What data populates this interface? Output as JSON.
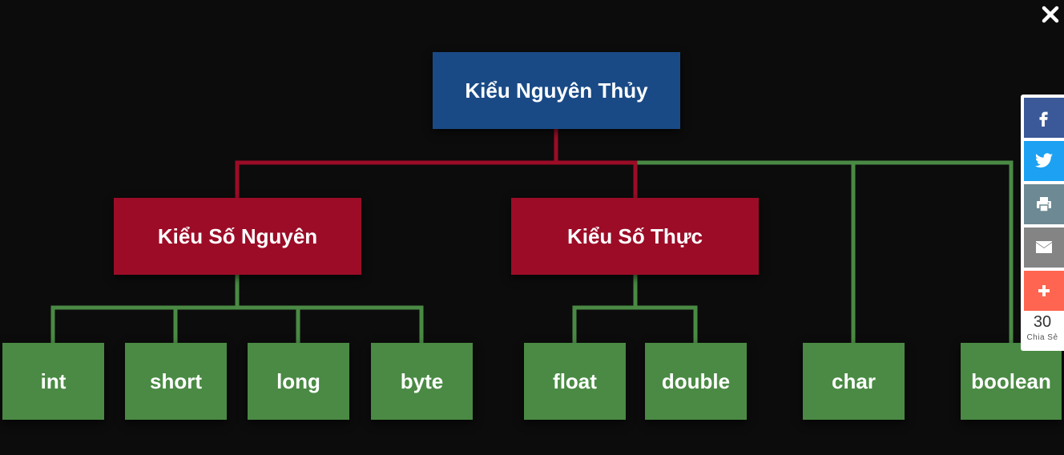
{
  "colors": {
    "background": "#0c0c0c",
    "root": "#1a4a86",
    "mid": "#9c0c27",
    "leaf": "#4a8a44",
    "red_connector": "#9c0c27",
    "green_connector": "#4a8a44",
    "facebook": "#3b5998",
    "twitter": "#1da1f2",
    "print": "#6d8a94",
    "email": "#848484",
    "more": "#ff6550"
  },
  "diagram": {
    "root": "Kiểu Nguyên Thủy",
    "integer_group": "Kiểu Số Nguyên",
    "real_group": "Kiểu Số Thực",
    "integer_types": [
      "int",
      "short",
      "long",
      "byte"
    ],
    "real_types": [
      "float",
      "double"
    ],
    "other_types": [
      "char",
      "boolean"
    ]
  },
  "share": {
    "buttons": [
      {
        "name": "facebook",
        "icon": "facebook-icon"
      },
      {
        "name": "twitter",
        "icon": "twitter-icon"
      },
      {
        "name": "print",
        "icon": "print-icon"
      },
      {
        "name": "email",
        "icon": "email-icon"
      },
      {
        "name": "more",
        "icon": "plus-icon"
      }
    ],
    "count": "30",
    "count_label": "Chia Sẻ"
  },
  "close_icon": "close-icon"
}
